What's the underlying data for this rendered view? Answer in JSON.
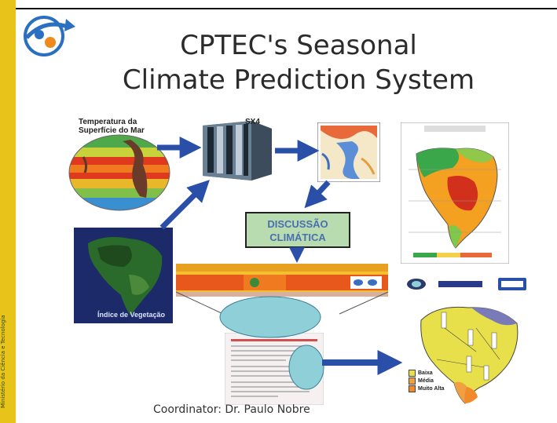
{
  "slide": {
    "title_line1": "CPTEC's Seasonal",
    "title_line2": "Climate Prediction System",
    "footer": "Coordinator: Dr. Paulo Nobre",
    "side_text": "Ministério da Ciência e Tecnologia"
  },
  "nodes": {
    "sst_caption": "Temperatura da Superfície do Mar",
    "supercomputer_label": "SX4",
    "vegetation_caption": "Índice de Vegetação",
    "discussion_line1": "DISCUSSÃO",
    "discussion_line2": "CLIMÁTICA",
    "map_legend": [
      "Baixa",
      "Média",
      "Muito Alta"
    ]
  },
  "colors": {
    "arrow": "#2a4fa8",
    "side_bar": "#e8c31a",
    "discussion_fill": "#b8dcb0",
    "discussion_text": "#4a6fb0",
    "ellipse": "#8fd0d8"
  }
}
